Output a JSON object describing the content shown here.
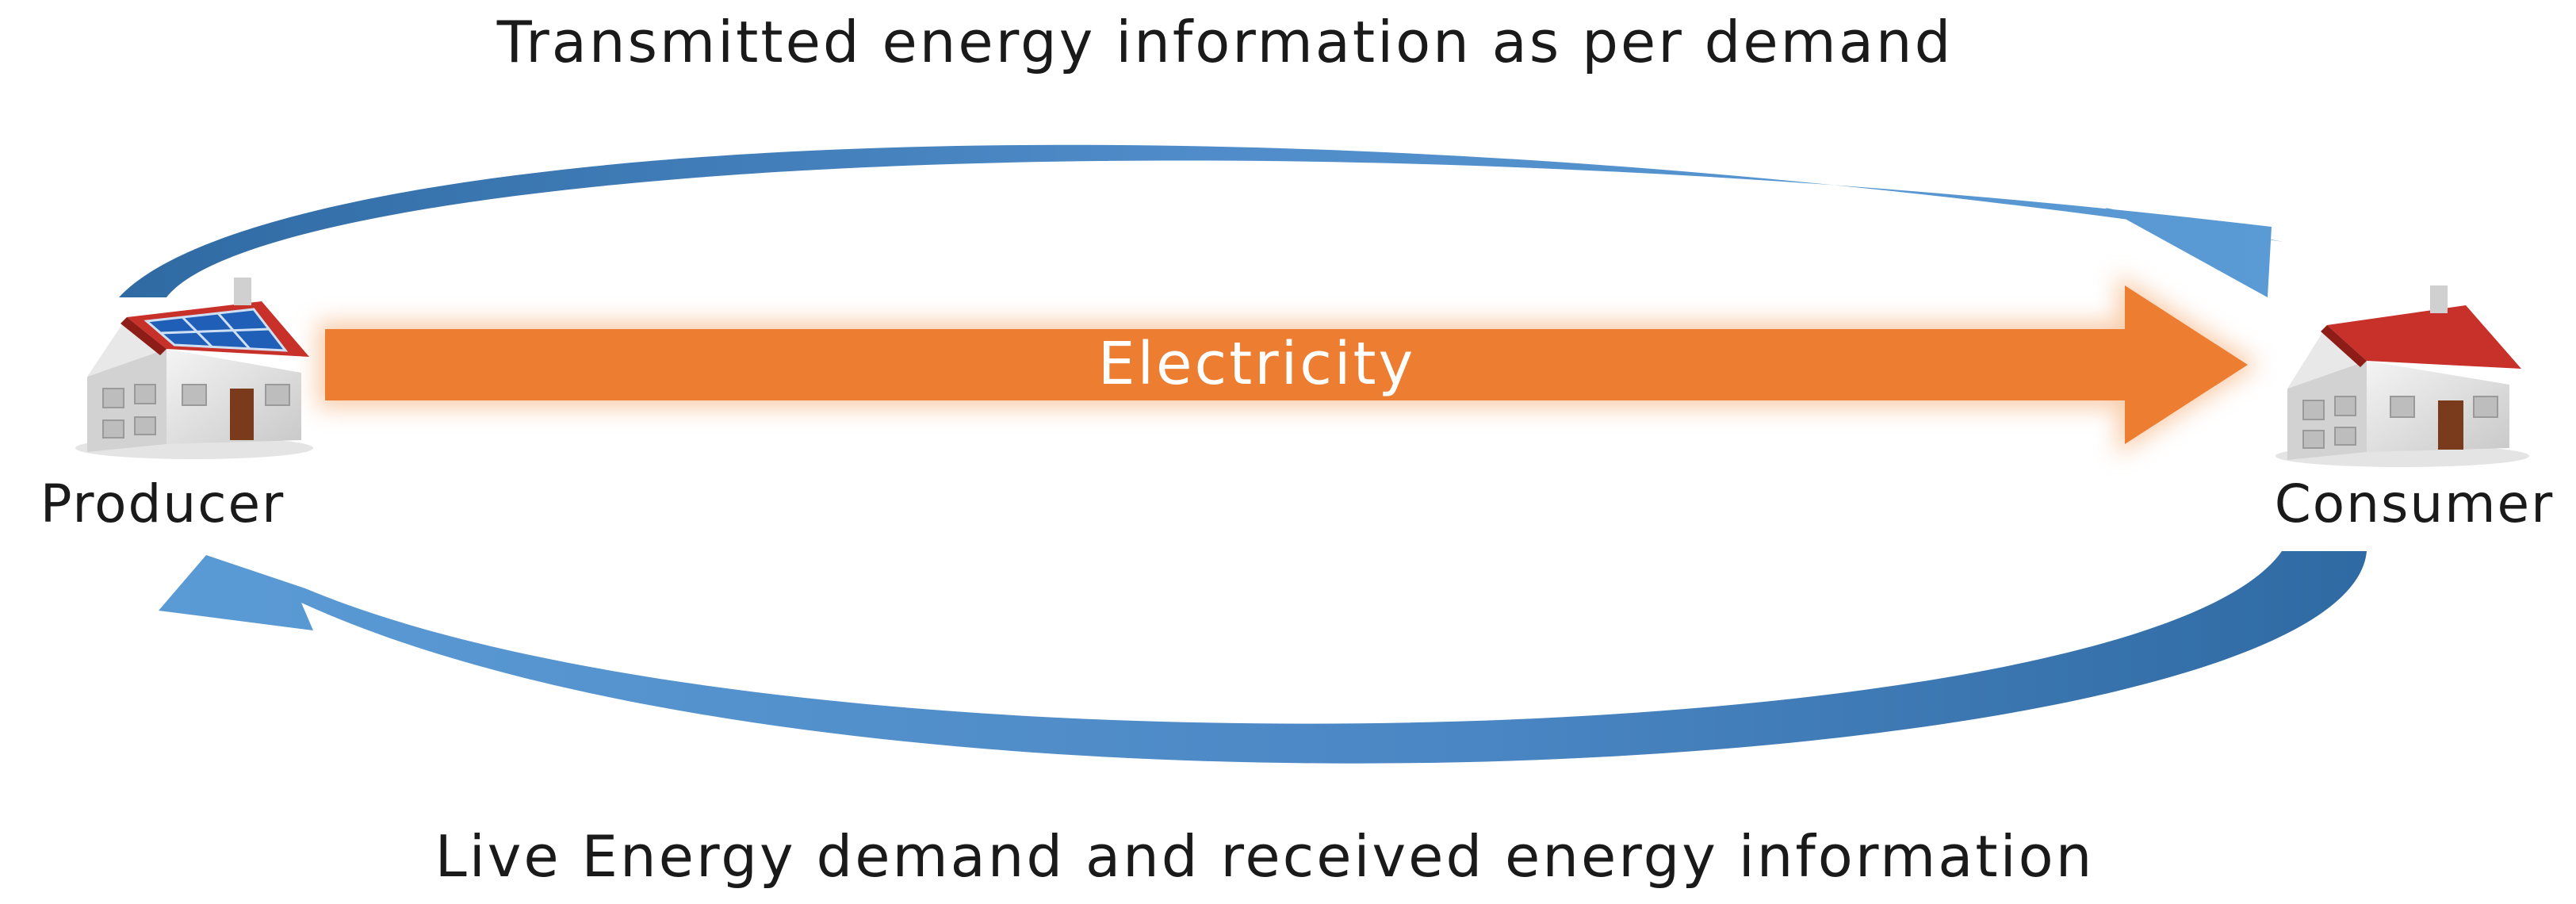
{
  "top_flow": {
    "label": "Transmitted energy information as per demand"
  },
  "bottom_flow": {
    "label": "Live Energy demand and received energy information"
  },
  "main_flow": {
    "label": "Electricity"
  },
  "producer": {
    "label": "Producer",
    "icon": "solar-house-icon"
  },
  "consumer": {
    "label": "Consumer",
    "icon": "house-icon"
  },
  "colors": {
    "info_arrow": "#5b9bd5",
    "info_arrow_dark": "#2f6aa3",
    "electricity_arrow": "#ed7d31",
    "glow": "#f8c9a4",
    "roof": "#c8312a",
    "solar_panel": "#1f5fb8",
    "wall": "#e6e6e6"
  }
}
